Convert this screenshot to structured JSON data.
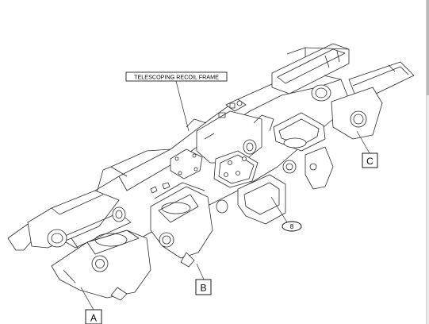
{
  "diagram": {
    "callout_title": "TELESCOPING RECOIL FRAME",
    "labels": {
      "a": "A",
      "b": "B",
      "c": "C",
      "item_8": "8"
    },
    "colors": {
      "line": "#2b2b2b",
      "fill": "#ffffff",
      "light": "#6a6a6a"
    }
  }
}
